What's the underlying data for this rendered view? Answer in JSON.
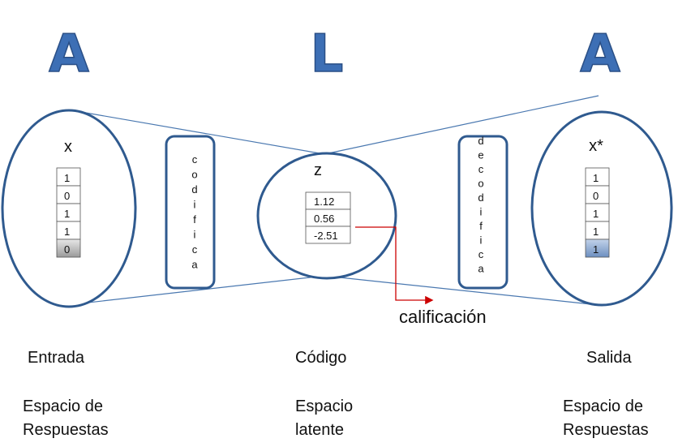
{
  "headings": {
    "left": "A",
    "center": "L",
    "right": "A"
  },
  "input": {
    "var": "x",
    "values": [
      "1",
      "0",
      "1",
      "1",
      "0"
    ]
  },
  "encoder": {
    "label": "codifica"
  },
  "latent": {
    "var": "z",
    "values": [
      "1.12",
      "0.56",
      "-2.51"
    ]
  },
  "decoder": {
    "label": "decodifica"
  },
  "output": {
    "var": "x*",
    "values": [
      "1",
      "0",
      "1",
      "1",
      "1"
    ]
  },
  "annotation": "calificación",
  "captions": {
    "left": {
      "title": "Entrada",
      "line1": "Espacio de",
      "line2": "Respuestas"
    },
    "center": {
      "title": "Código",
      "line1": "Espacio",
      "line2": "latente"
    },
    "right": {
      "title": "Salida",
      "line1": "Espacio de",
      "line2": "Respuestas"
    }
  },
  "colors": {
    "outline": "#2f5a8f",
    "letter": "#3d6fb5",
    "arrow": "#cc0000",
    "highlight_cell": "#c9c9c9",
    "highlight_cell_out": "#8aa7cf"
  }
}
